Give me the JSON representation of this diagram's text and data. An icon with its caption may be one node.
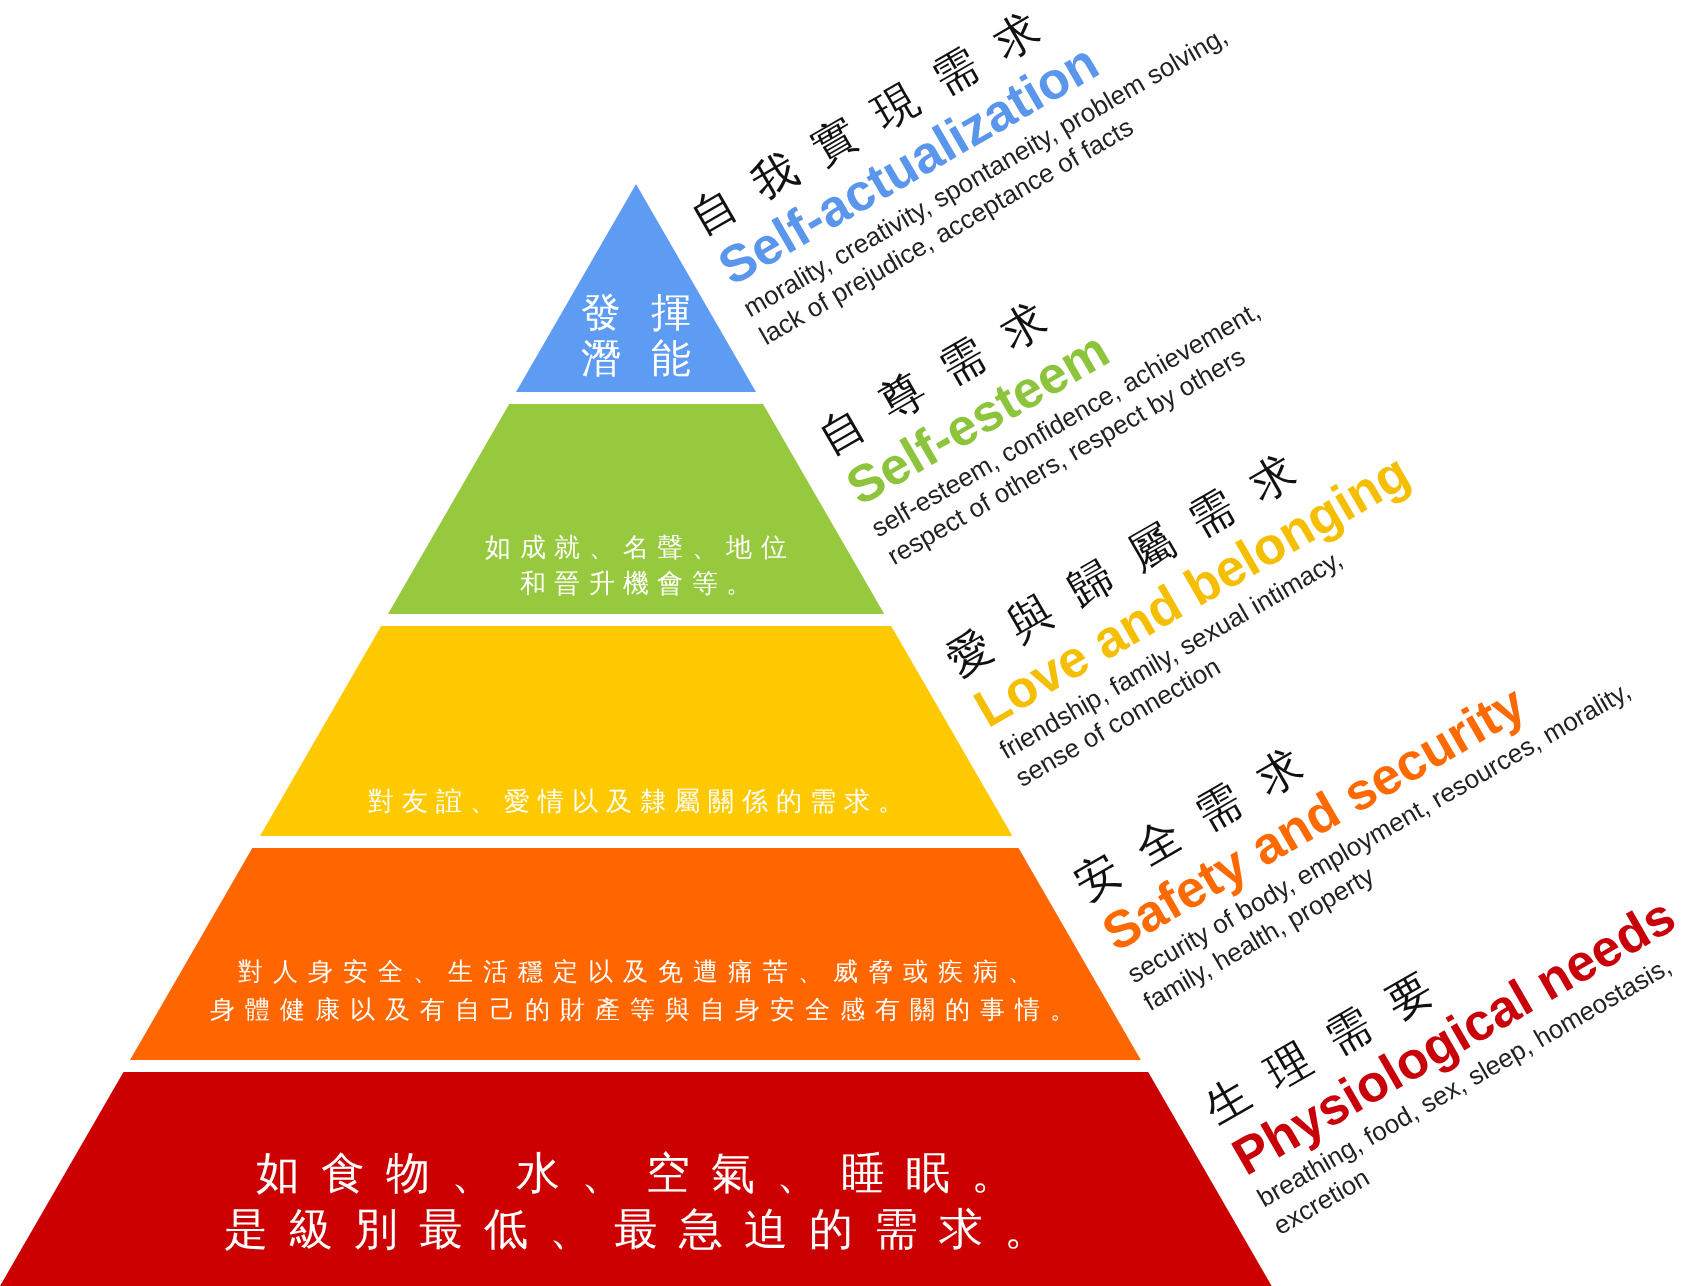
{
  "diagram": {
    "nodes": [
      {
        "text": [
          "發揮潛能"
        ],
        "beside": [
          "自我實現需求",
          "Self-actualization",
          "morality, creativity, spontaneity, problem solving, lack of prejudice, acceptance of facts"
        ]
      },
      {
        "text": [
          "如成就、名聲、地位和晉升機會等。"
        ],
        "beside": [
          "自尊需求",
          "Self-esteem",
          "self-esteem, confidence, achievement, respect of others, respect by others"
        ]
      },
      {
        "text": [
          "對友誼、愛情以及隸屬關係的需求。"
        ],
        "beside": [
          "愛與歸屬需求",
          "Love and belonging",
          "friendship, family, sexual intimacy, sense of connection"
        ]
      },
      {
        "text": [
          "對人身安全、生活穩定以及免遭痛苦、威脅或疾病、身體健康以及有自己的財產等與自身安全感有關的事情。"
        ],
        "beside": [
          "安全需求",
          "Safety and security",
          "security of body, employment, resources, morality, family, health, property"
        ]
      },
      {
        "text": [
          "如食物、水、空氣、睡眠。是級別最低、最急迫的需求。"
        ],
        "beside": [
          "生理需要",
          "Physiological needs",
          "breathing, food, sex, sleep, homeostasis, excretion"
        ]
      }
    ]
  }
}
